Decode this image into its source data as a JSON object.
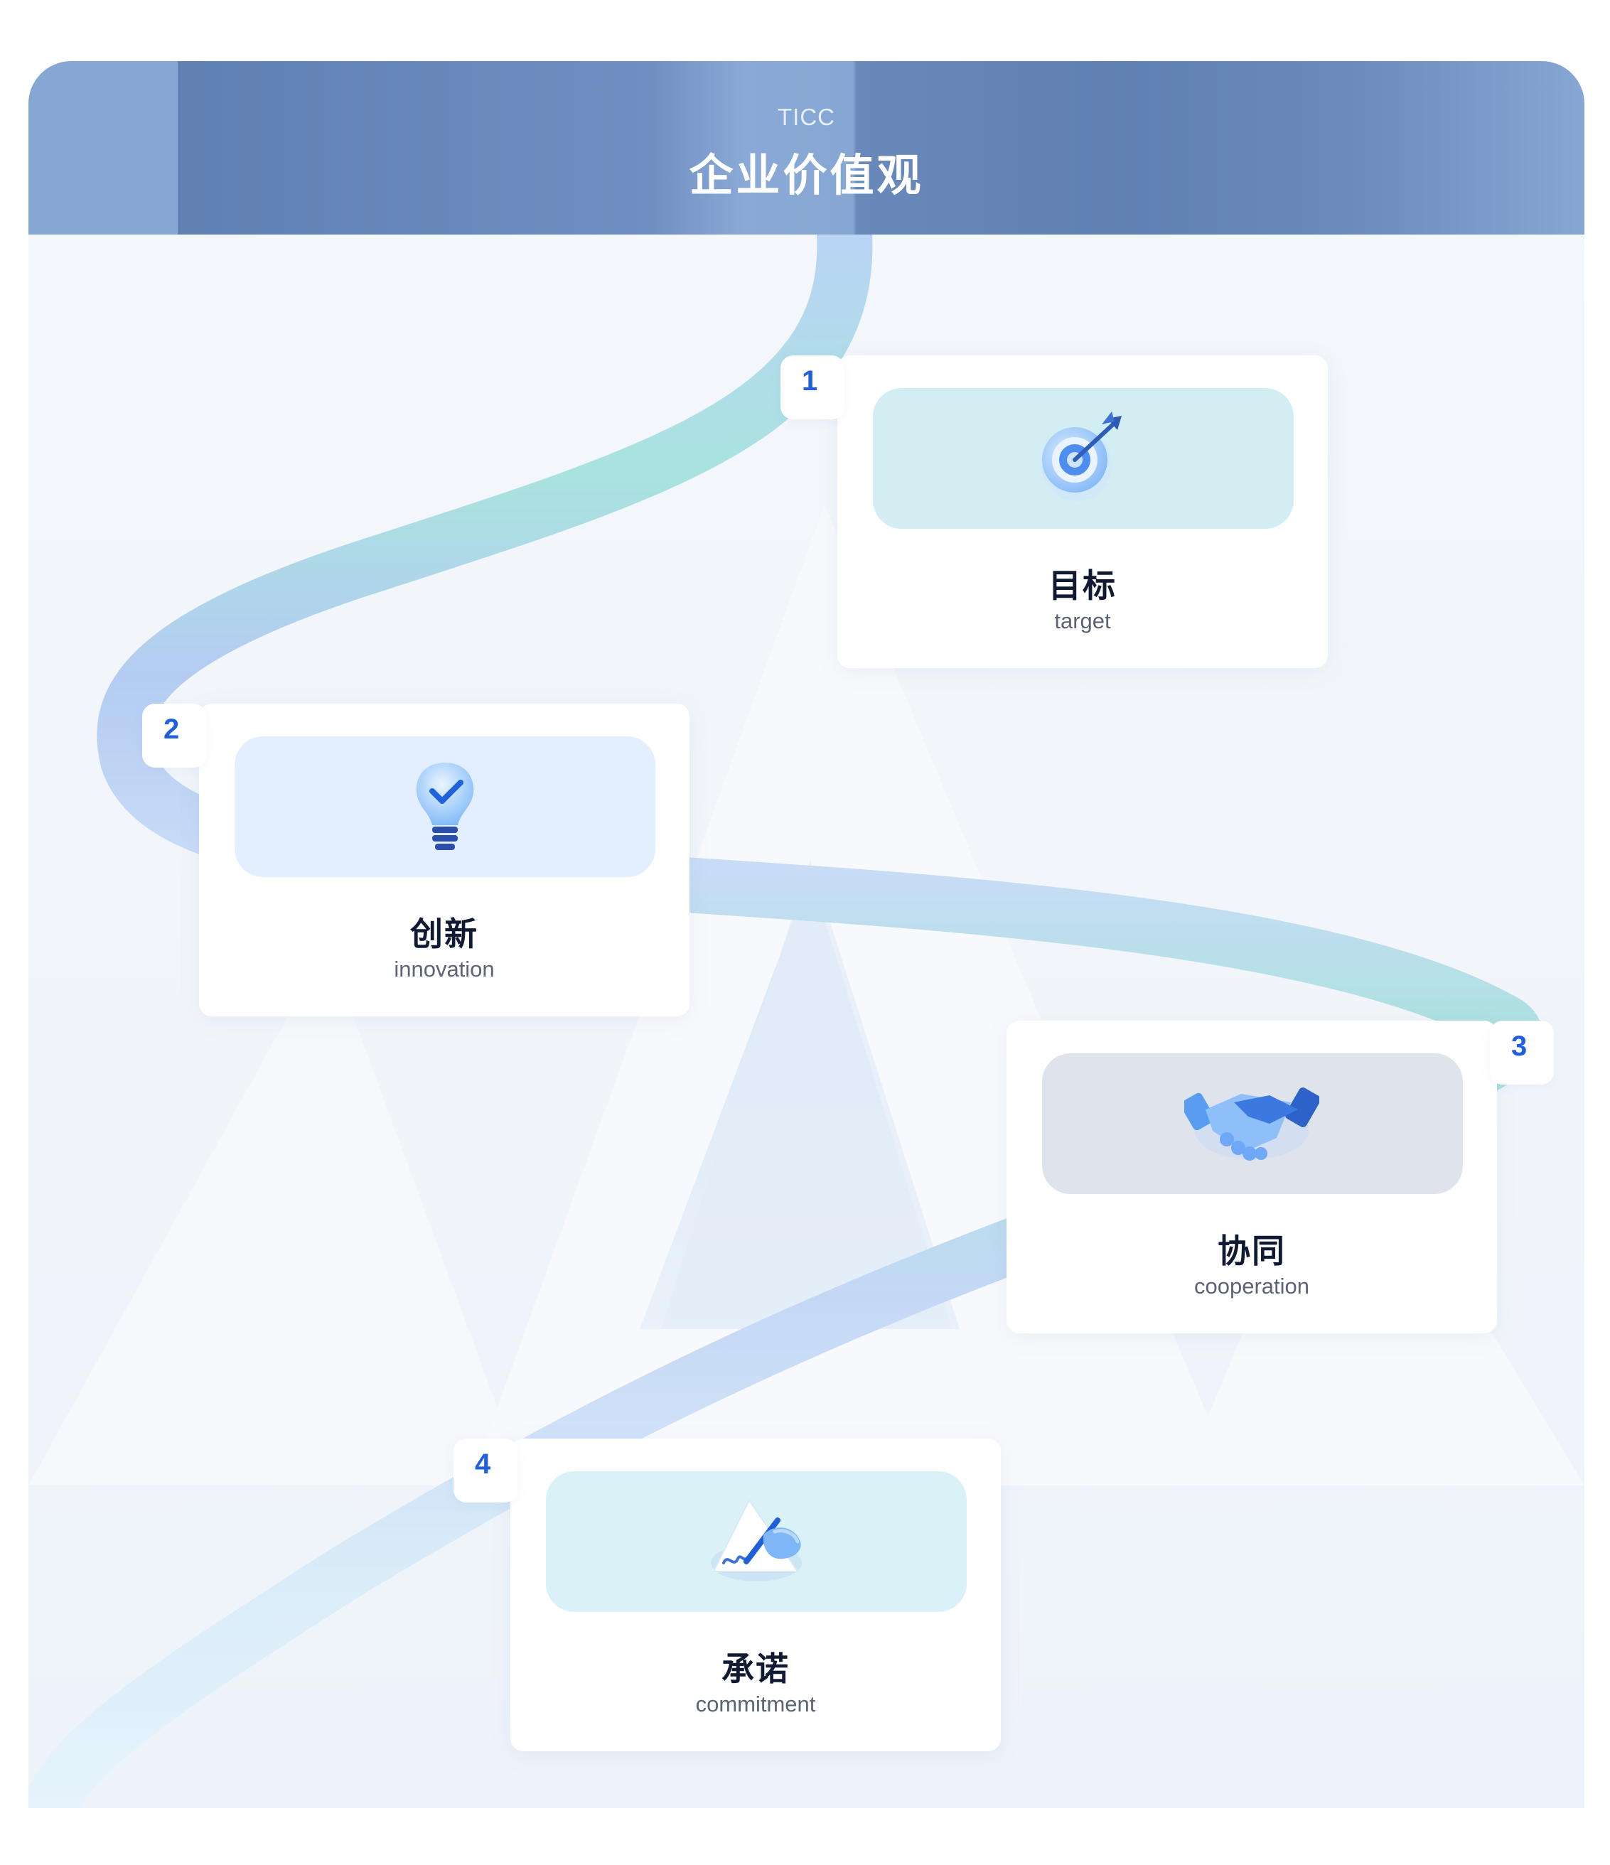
{
  "header": {
    "subtitle": "TICC",
    "title": "企业价值观"
  },
  "values": [
    {
      "number": "1",
      "title_cn": "目标",
      "title_en": "target",
      "icon": "target-dart-icon",
      "box_color": "#d3eef2"
    },
    {
      "number": "2",
      "title_cn": "创新",
      "title_en": "innovation",
      "icon": "lightbulb-check-icon",
      "box_color": "#e3efff"
    },
    {
      "number": "3",
      "title_cn": "协同",
      "title_en": "cooperation",
      "icon": "handshake-icon",
      "box_color": "#dfe3ec"
    },
    {
      "number": "4",
      "title_cn": "承诺",
      "title_en": "commitment",
      "icon": "signature-pen-icon",
      "box_color": "#daf1f7"
    }
  ]
}
